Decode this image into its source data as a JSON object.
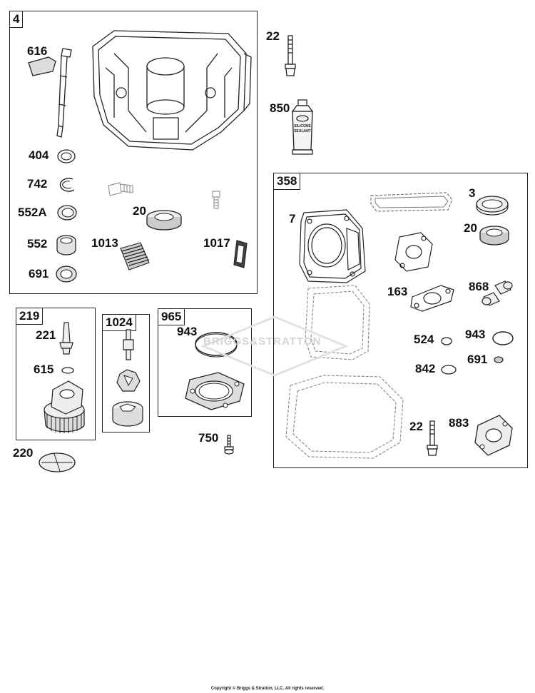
{
  "boxes": {
    "b4": "4",
    "b358": "358",
    "b219": "219",
    "b1024": "1024",
    "b965": "965"
  },
  "labels": {
    "l616": "616",
    "l404": "404",
    "l742": "742",
    "l552A": "552A",
    "l552": "552",
    "l691a": "691",
    "l20a": "20",
    "l1013": "1013",
    "l1017": "1017",
    "l22a": "22",
    "l850": "850",
    "l3": "3",
    "l7": "7",
    "l20b": "20",
    "l163": "163",
    "l868": "868",
    "l524": "524",
    "l943a": "943",
    "l691b": "691",
    "l842": "842",
    "l22b": "22",
    "l883": "883",
    "l221": "221",
    "l615": "615",
    "l220": "220",
    "l943b": "943",
    "l750": "750"
  },
  "tube_text": [
    "SILICONE",
    "SEALANT"
  ],
  "watermark": "BRIGGS&STRATTON",
  "footer": "Copyright © Briggs & Stratton, LLC. All rights reserved."
}
